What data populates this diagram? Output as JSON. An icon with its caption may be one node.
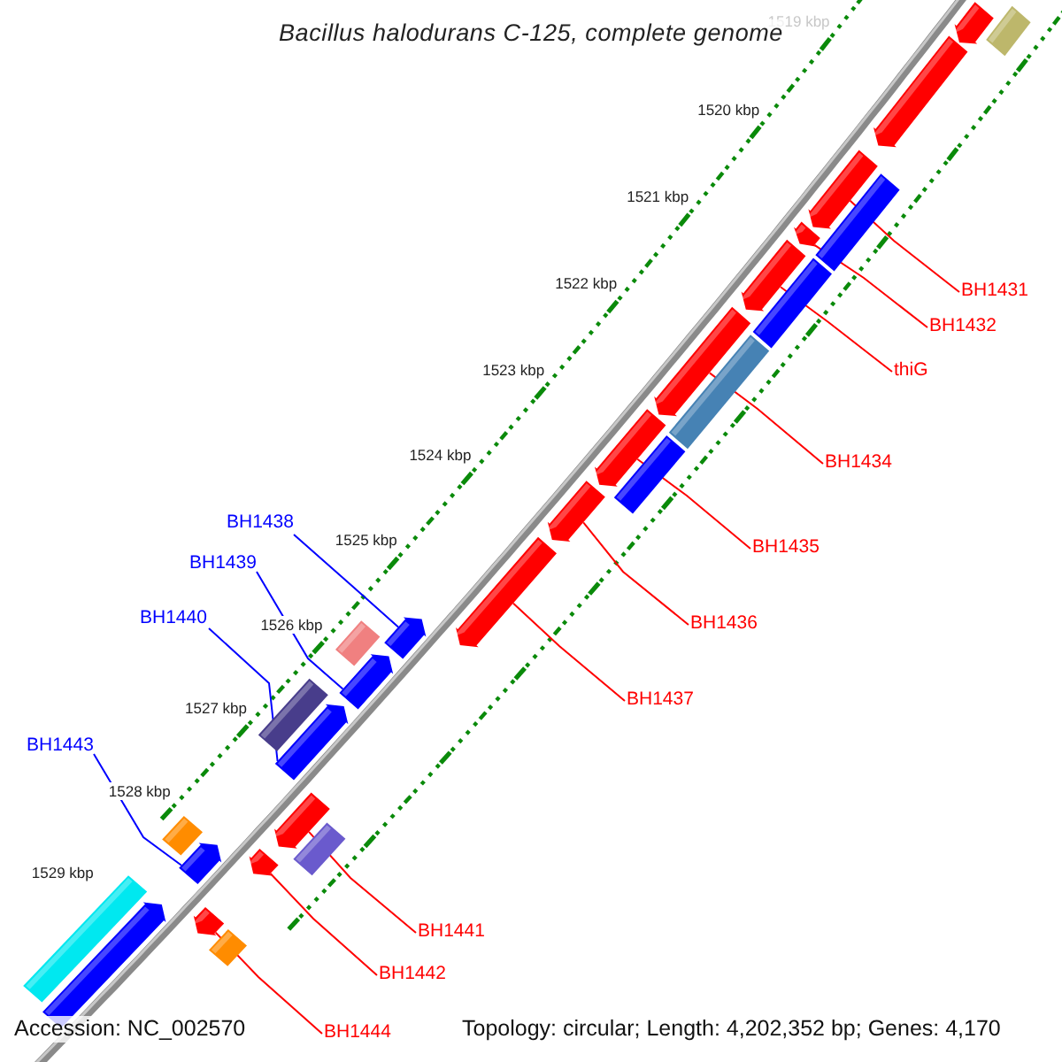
{
  "diagram": {
    "title": "Bacillus halodurans C-125, complete genome",
    "nodes": [
      {
        "text": [
          "BH1431"
        ]
      },
      {
        "text": [
          "BH1432"
        ]
      },
      {
        "text": [
          "thiG"
        ]
      },
      {
        "text": [
          "BH1434"
        ]
      },
      {
        "text": [
          "BH1435"
        ]
      },
      {
        "text": [
          "BH1436"
        ]
      },
      {
        "text": [
          "BH1437"
        ]
      },
      {
        "text": [
          "BH1438"
        ]
      },
      {
        "text": [
          "BH1439"
        ]
      },
      {
        "text": [
          "BH1440"
        ]
      },
      {
        "text": [
          "BH1441"
        ]
      },
      {
        "text": [
          "BH1442"
        ]
      },
      {
        "text": [
          "BH1443"
        ]
      },
      {
        "text": [
          "BH1444"
        ]
      },
      {
        "text": [],
        "shape": "bar"
      },
      {
        "text": [],
        "shape": "bar"
      },
      {
        "text": [],
        "shape": "bar"
      },
      {
        "text": [],
        "shape": "bar"
      },
      {
        "text": [],
        "shape": "bar"
      },
      {
        "text": [],
        "shape": "bar"
      },
      {
        "text": [],
        "shape": "bar"
      },
      {
        "text": [],
        "shape": "bar"
      },
      {
        "text": [],
        "shape": "bar"
      },
      {
        "text": [],
        "shape": "bar"
      },
      {
        "text": [],
        "shape": "bar"
      },
      {
        "text": [],
        "shape": "bar"
      },
      {
        "text": [],
        "shape": "bar"
      },
      {
        "text": [],
        "shape": "bar"
      },
      {
        "text": [],
        "shape": "bar"
      },
      {
        "text": [],
        "shape": "bar"
      },
      {
        "text": [],
        "shape": "bar"
      },
      {
        "text": [],
        "shape": "bar"
      },
      {
        "text": [],
        "shape": "bar"
      },
      {
        "text": [],
        "shape": "bar"
      },
      {
        "text": [],
        "shape": "bar"
      },
      {
        "text": [],
        "shape": "bar"
      },
      {
        "text": [],
        "shape": "bar"
      },
      {
        "text": [],
        "shape": "bar"
      },
      {
        "text": [],
        "shape": "bar"
      },
      {
        "text": [],
        "shape": "bar"
      },
      {
        "text": [],
        "shape": "bar"
      },
      {
        "text": [],
        "shape": "bar"
      }
    ],
    "edges": [
      {
        "from": 0,
        "to": 14,
        "arrow": "none"
      },
      {
        "from": 1,
        "to": 15,
        "arrow": "none"
      },
      {
        "from": 2,
        "to": 16,
        "arrow": "none"
      },
      {
        "from": 3,
        "to": 17,
        "arrow": "none"
      },
      {
        "from": 4,
        "to": 18,
        "arrow": "none"
      },
      {
        "from": 5,
        "to": 19,
        "arrow": "none"
      },
      {
        "from": 6,
        "to": 20,
        "arrow": "none"
      },
      {
        "from": 7,
        "to": 21,
        "arrow": "none",
        "color": "#0000ff"
      },
      {
        "from": 8,
        "to": 22,
        "arrow": "none",
        "color": "#0000ff"
      },
      {
        "from": 9,
        "to": 23,
        "arrow": "none",
        "color": "#0000ff"
      },
      {
        "from": 10,
        "to": 24,
        "arrow": "none"
      },
      {
        "from": 11,
        "to": 25,
        "arrow": "none"
      },
      {
        "from": 12,
        "to": 26,
        "arrow": "none",
        "color": "#0000ff"
      },
      {
        "from": 13,
        "to": 27,
        "arrow": "none"
      }
    ],
    "labels": [
      "1519 kbp",
      "1520 kbp",
      "1521 kbp",
      "1522 kbp",
      "1523 kbp",
      "1524 kbp",
      "1525 kbp",
      "1526 kbp",
      "1527 kbp",
      "1528 kbp",
      "1529 kbp",
      "Accession: NC_002570",
      "Topology: circular; Length: 4,202,352 bp; Genes: 4,170"
    ]
  }
}
